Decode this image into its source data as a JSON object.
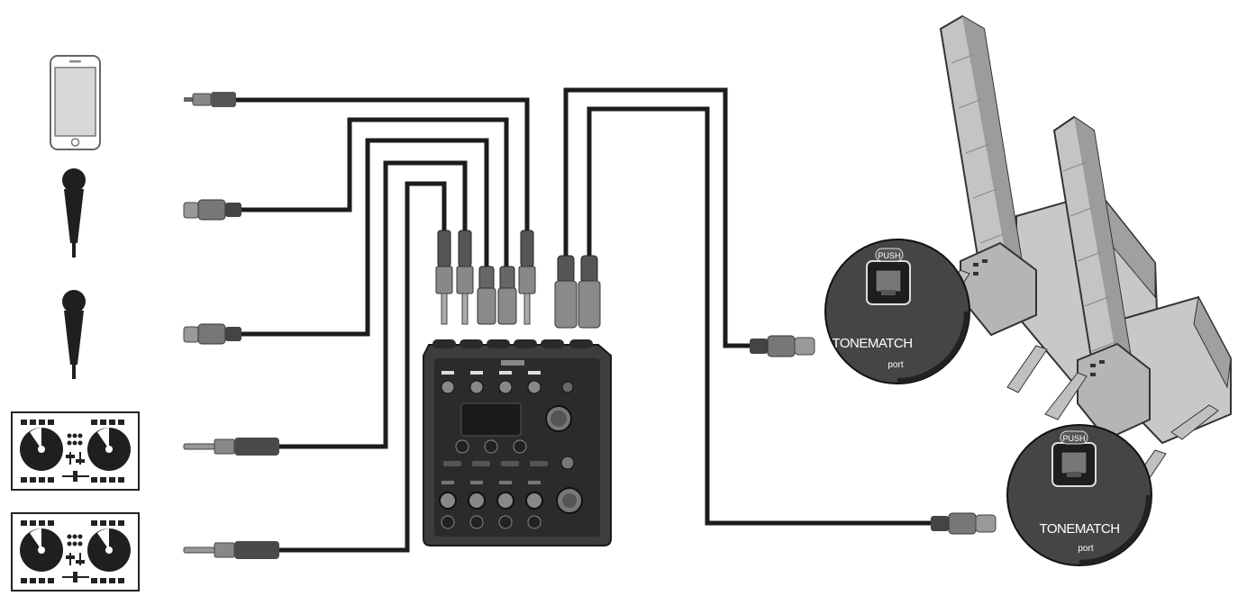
{
  "colors": {
    "cable": "#1c1c1c",
    "mixer_body": "#3a3a3a",
    "mixer_panel": "#2a2a2a",
    "knob": "#777777",
    "speaker_grey": "#bdbdbd",
    "speaker_dark": "#555555",
    "port_disc": "#444444"
  },
  "sources": [
    {
      "name": "smartphone",
      "icon": "smartphone-icon"
    },
    {
      "name": "microphone",
      "icon": "microphone-icon"
    },
    {
      "name": "microphone",
      "icon": "microphone-icon"
    },
    {
      "name": "dj-controller",
      "icon": "dj-controller-icon"
    },
    {
      "name": "dj-controller",
      "icon": "dj-controller-icon"
    }
  ],
  "mixer": {
    "icon": "mixer-icon"
  },
  "speakers": {
    "icon": "line-array-speaker-icon",
    "count": 2
  },
  "tonematch_ports": [
    {
      "push_label": "PUSH",
      "brand_label": "TONEMATCH",
      "port_label": "port"
    },
    {
      "push_label": "PUSH",
      "brand_label": "TONEMATCH",
      "port_label": "port"
    }
  ]
}
